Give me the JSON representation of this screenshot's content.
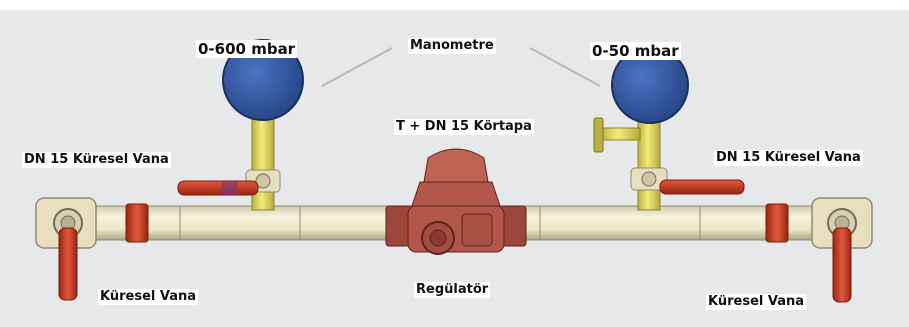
{
  "labels": {
    "gauge_left_range": "0-600 mbar",
    "gauge_title": "Manometre",
    "gauge_right_range": "0-50 mbar",
    "plug": "T + DN 15 Körtapa",
    "ball_valve_left": "DN 15 Küresel Vana",
    "ball_valve_right": "DN 15 Küresel Vana",
    "main_valve_left": "Küresel Vana",
    "regulator": "Regülatör",
    "main_valve_right": "Küresel Vana"
  },
  "colors": {
    "background_panel": "#e7e8ea",
    "pipe": "#f1ecd0",
    "pipe_edge": "#a9a48a",
    "gauge_face": "#2f54a0",
    "riser_yellow": "#e8e05a",
    "handle_red": "#c8331c",
    "regulator_body": "#b3574a",
    "valve_body": "#e7dfbf"
  },
  "icons": {
    "gauge": "pressure-gauge",
    "regulator": "gas-pressure-regulator",
    "valve": "ball-valve"
  }
}
